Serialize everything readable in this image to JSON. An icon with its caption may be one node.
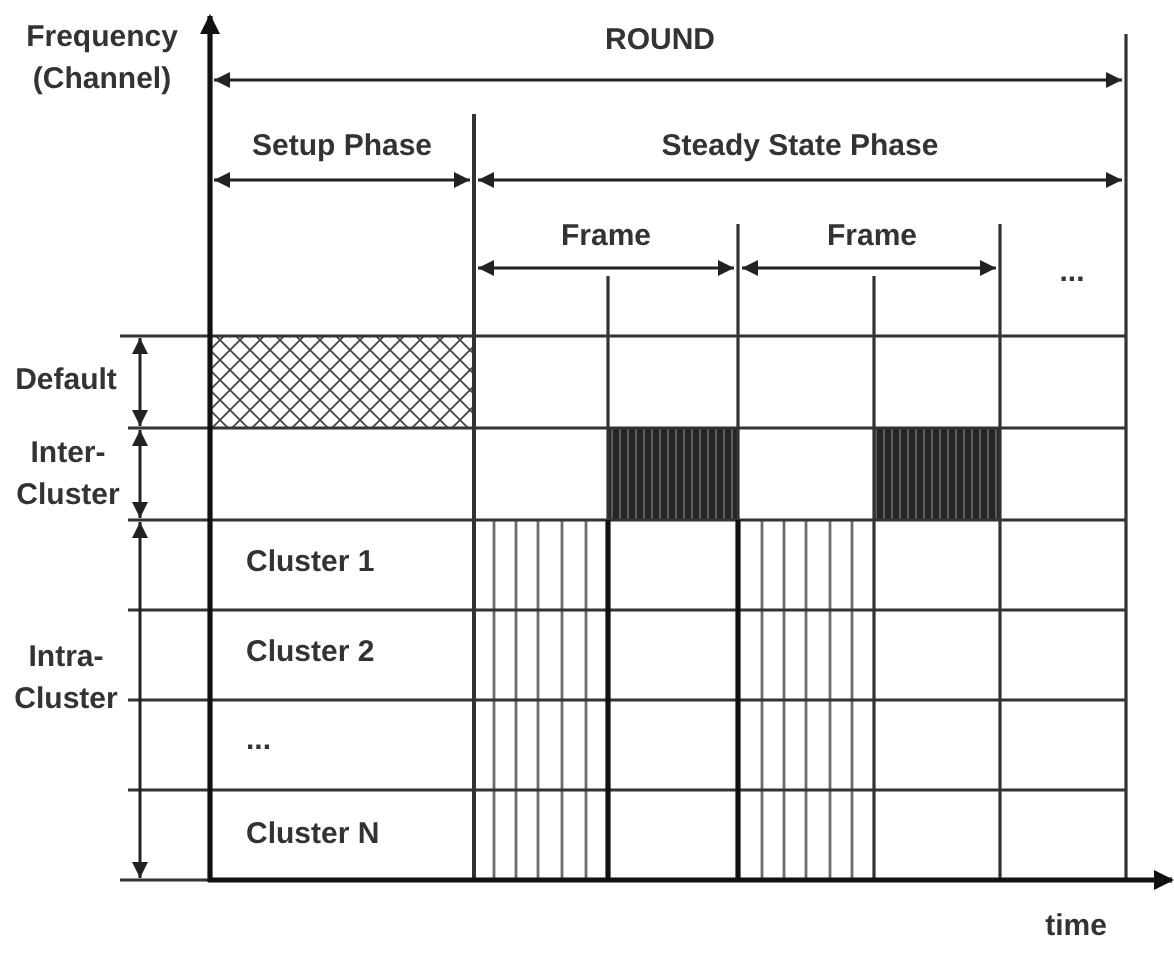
{
  "diagram": {
    "labels": [
      "Frequency (Channel)",
      "ROUND",
      "Setup Phase",
      "Steady State Phase",
      "Frame",
      "Frame",
      "...",
      "Default",
      "Inter-Cluster",
      "Cluster 1",
      "Intra-Cluster",
      "Cluster 2",
      "...",
      "Cluster N",
      "time"
    ]
  }
}
